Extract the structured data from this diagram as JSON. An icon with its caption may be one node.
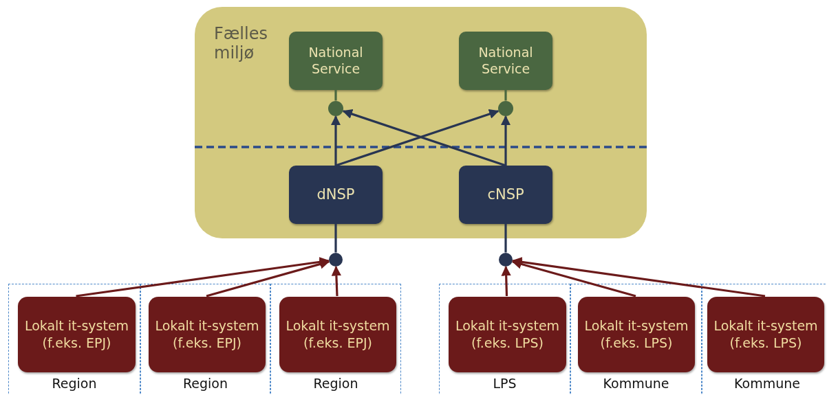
{
  "diagram": {
    "nodes": [
      {
        "text": [
          "Fælles miljø"
        ]
      },
      {
        "text": [
          "National Service"
        ],
        "in": 0
      },
      {
        "text": [
          "National Service"
        ],
        "in": 0
      },
      {
        "text": [],
        "shape": "circle",
        "in": 0
      },
      {
        "text": [],
        "shape": "circle",
        "in": 0
      },
      {
        "text": [
          "dNSP"
        ],
        "in": 0
      },
      {
        "text": [
          "cNSP"
        ],
        "in": 0
      },
      {
        "text": [],
        "shape": "circle"
      },
      {
        "text": [],
        "shape": "circle"
      },
      {
        "text": [
          "Region"
        ]
      },
      {
        "text": [
          "Lokalt it-system (f.eks. EPJ)"
        ],
        "in": 9
      },
      {
        "text": [
          "Region"
        ]
      },
      {
        "text": [
          "Lokalt it-system (f.eks. EPJ)"
        ],
        "in": 11
      },
      {
        "text": [
          "Region"
        ]
      },
      {
        "text": [
          "Lokalt it-system (f.eks. EPJ)"
        ],
        "in": 13
      },
      {
        "text": [
          "LPS"
        ]
      },
      {
        "text": [
          "Lokalt it-system (f.eks. LPS)"
        ],
        "in": 15
      },
      {
        "text": [
          "Kommune"
        ]
      },
      {
        "text": [
          "Lokalt it-system (f.eks. LPS)"
        ],
        "in": 17
      },
      {
        "text": [
          "Kommune"
        ]
      },
      {
        "text": [
          "Lokalt it-system (f.eks. LPS)"
        ],
        "in": 19
      }
    ],
    "edges": [
      {
        "from": 3,
        "to": 1,
        "arrow": "none",
        "color": "#4a6741"
      },
      {
        "from": 4,
        "to": 2,
        "arrow": "none",
        "color": "#4a6741"
      },
      {
        "from": 5,
        "to": 3,
        "arrow": "to"
      },
      {
        "from": 5,
        "to": 4,
        "arrow": "to"
      },
      {
        "from": 6,
        "to": 3,
        "arrow": "to"
      },
      {
        "from": 6,
        "to": 4,
        "arrow": "to"
      },
      {
        "from": 7,
        "to": 5,
        "arrow": "none"
      },
      {
        "from": 8,
        "to": 6,
        "arrow": "none"
      },
      {
        "from": 10,
        "to": 7,
        "arrow": "to",
        "color": "#6b1a1a"
      },
      {
        "from": 12,
        "to": 7,
        "arrow": "to",
        "color": "#6b1a1a"
      },
      {
        "from": 14,
        "to": 7,
        "arrow": "to",
        "color": "#6b1a1a"
      },
      {
        "from": 16,
        "to": 8,
        "arrow": "to",
        "color": "#6b1a1a"
      },
      {
        "from": 18,
        "to": 8,
        "arrow": "to",
        "color": "#6b1a1a"
      },
      {
        "from": 20,
        "to": 8,
        "arrow": "to",
        "color": "#6b1a1a"
      }
    ]
  }
}
